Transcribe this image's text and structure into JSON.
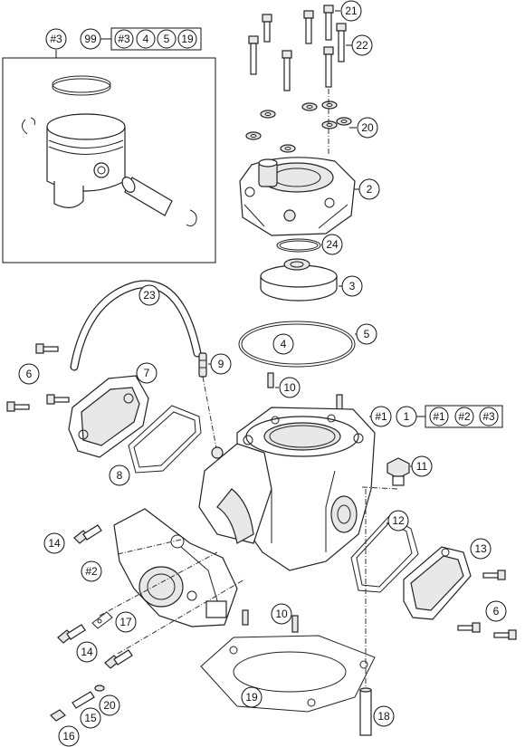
{
  "callouts": {
    "c_99": "99",
    "c_3a": "#3",
    "c_3b": "#3",
    "c_4a": "4",
    "c_5a": "5",
    "c_19a": "19",
    "c_21": "21",
    "c_22": "22",
    "c_20a": "20",
    "c_2": "2",
    "c_24": "24",
    "c_3": "3",
    "c_23": "23",
    "c_5": "5",
    "c_4": "4",
    "c_6a": "6",
    "c_7": "7",
    "c_9": "9",
    "c_10a": "10",
    "c_8": "8",
    "c_1x": "#1",
    "c_1": "1",
    "c_1b": "#1",
    "c_2b": "#2",
    "c_3c": "#3",
    "c_11": "11",
    "c_12": "12",
    "c_13": "13",
    "c_14a": "14",
    "c_2x": "#2",
    "c_17": "17",
    "c_6b": "6",
    "c_14b": "14",
    "c_10b": "10",
    "c_19": "19",
    "c_20b": "20",
    "c_15": "15",
    "c_18": "18",
    "c_16": "16"
  }
}
